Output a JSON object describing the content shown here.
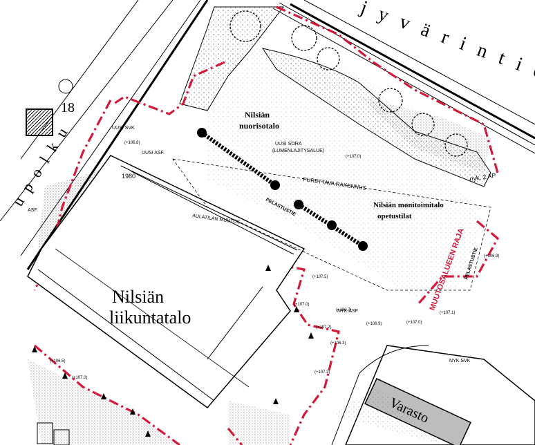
{
  "buildings": {
    "sports_hall": [
      "Nilsiän",
      "liikuntatalo"
    ],
    "youth_house": [
      "Nilsiän",
      "nuorisotalo"
    ],
    "community_house": [
      "Nilsiän monitoimitalo",
      "opetustilat"
    ],
    "warehouse": "Varasto"
  },
  "streets": {
    "top_road": "j y v ä r i n t i e",
    "left_road": "u p o l k u",
    "plot_number": "18"
  },
  "notes": {
    "change_boundary": "MUUTOSALUEEN RAJA",
    "rescue_road_a": "PELASTUSTIE",
    "rescue_road_b": "PELASTUSTIE",
    "demolish": "PURETTAVA RAKENNUS",
    "new_gravel": "UUSI SORA",
    "snow_area": "(LUMENLAJITYSALUE)",
    "new_svk": "UUSI SVK",
    "new_asf": "UUSI ASF.",
    "lobby_change": "AULATILAN MUUTOS",
    "year": "1980",
    "nyk_asf": "NYK.ASF",
    "nyk_svk": "NYK.SVK",
    "nyk_2ap": "nyk. 2 AP",
    "asf": "ASF."
  },
  "elevations": [
    "(+107.0)",
    "(+106.7)",
    "(+107.1)",
    "(+106.9)",
    "(+107.2)",
    "(+107.0)",
    "(+107.5)",
    "(+106.9)",
    "(+107.0)",
    "(+106.5)",
    "(+107.3)",
    "(+106.8)",
    "(+107.0)",
    "(+106.3)"
  ],
  "colors": {
    "boundary_red": "#d21a3a",
    "line_black": "#000000",
    "warehouse_fill": "#bdbdbd"
  }
}
